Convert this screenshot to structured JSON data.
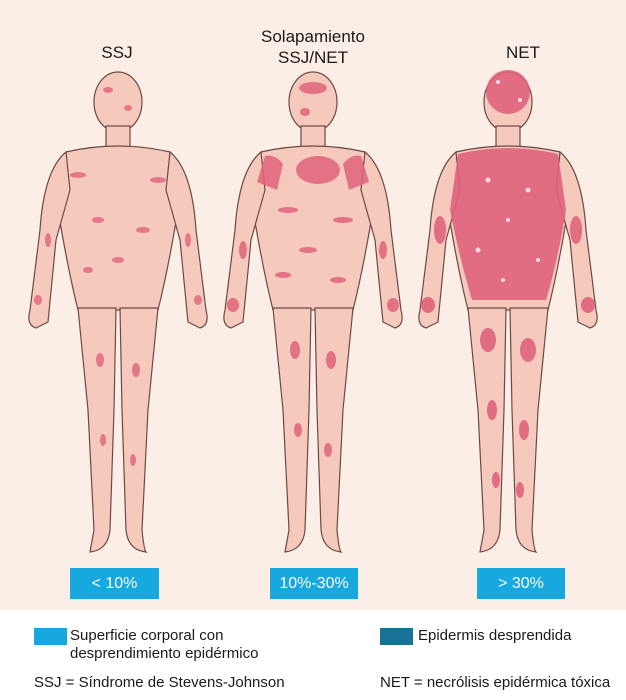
{
  "figures": [
    {
      "heading_line1": "SSJ",
      "heading_line2": "",
      "percent": "< 10%"
    },
    {
      "heading_line1": "Solapamiento",
      "heading_line2": "SSJ/NET",
      "percent": "10%-30%"
    },
    {
      "heading_line1": "NET",
      "heading_line2": "",
      "percent": "> 30%"
    }
  ],
  "legend": {
    "body_surface_line1": "Superficie corporal con",
    "body_surface_line2": "desprendimiento epidérmico",
    "detached_epidermis": "Epidermis desprendida",
    "ssj_definition": "SSJ = Síndrome de Stevens-Johnson",
    "net_definition": "NET = necrólisis epidérmica tóxica"
  },
  "colors": {
    "skin": "#f6c9bd",
    "lesion": "#e0637c",
    "outline": "#6b4a44",
    "percent_box": "#17a8e0",
    "body_surface_swatch": "#17a8e0",
    "detached_swatch": "#1a7296"
  }
}
